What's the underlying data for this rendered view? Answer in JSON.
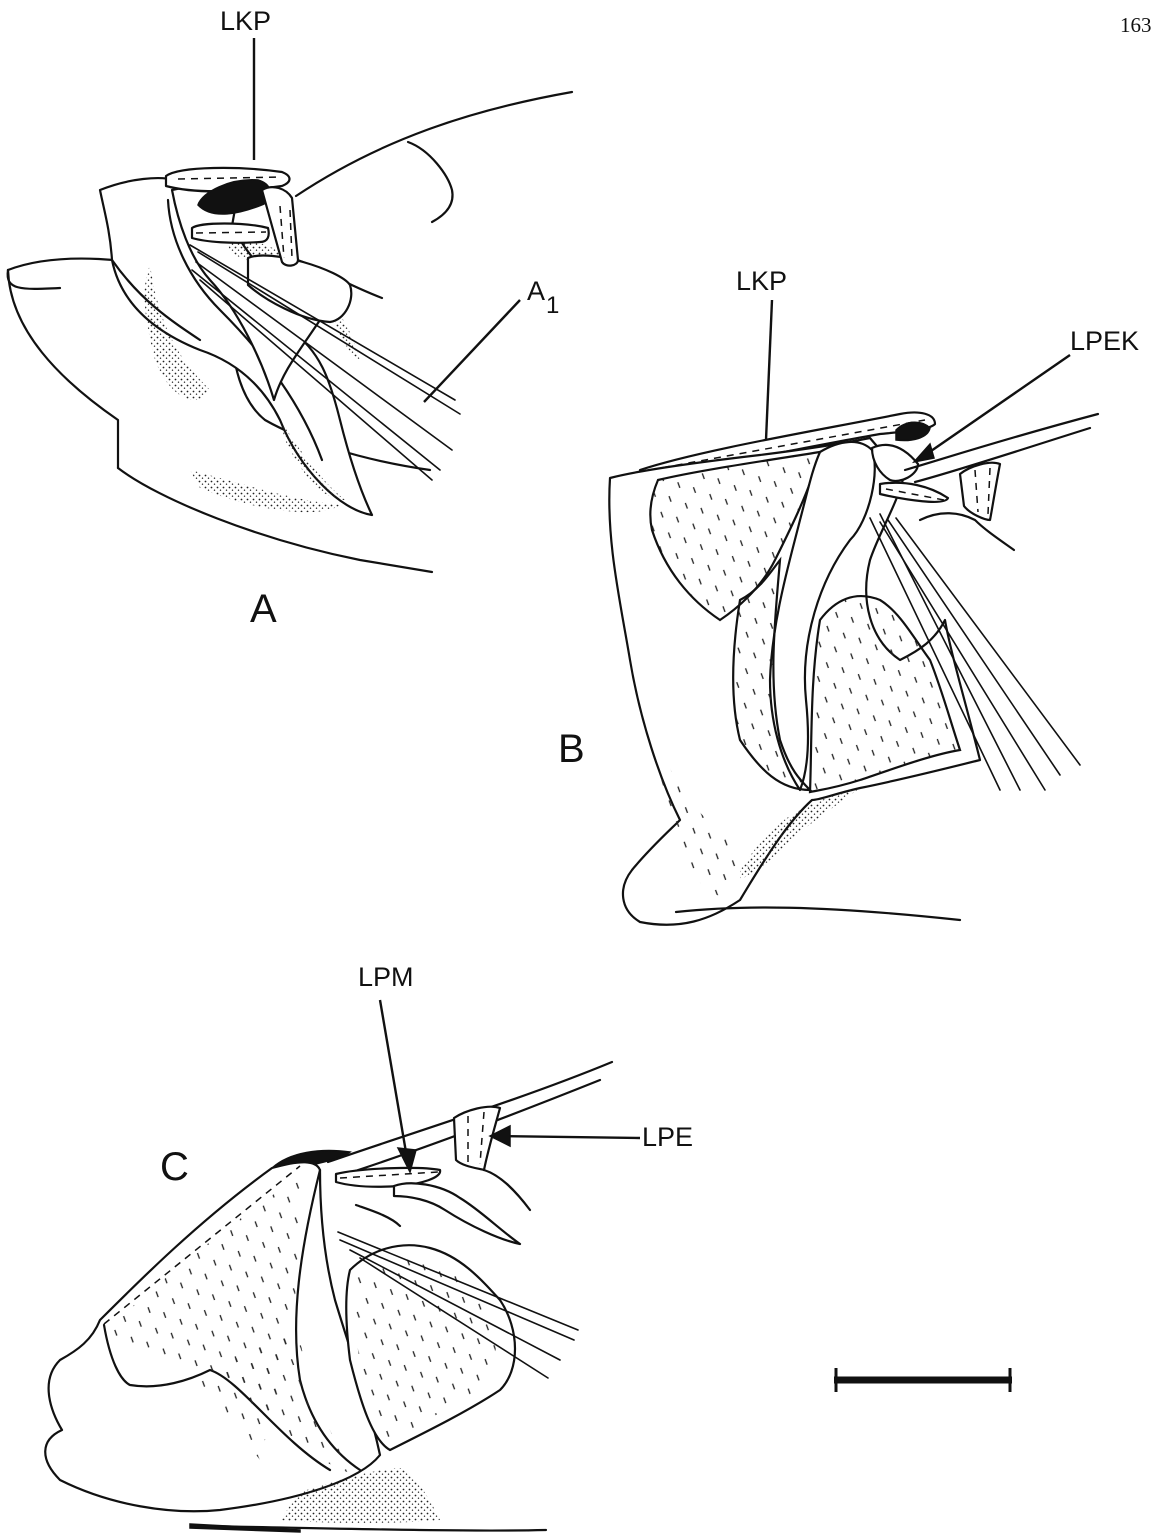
{
  "page_number": "163",
  "panels": [
    {
      "id": "A",
      "label": "A"
    },
    {
      "id": "B",
      "label": "B"
    },
    {
      "id": "C",
      "label": "C"
    }
  ],
  "callouts": {
    "a_lkp": "LKP",
    "a_a1_main": "A",
    "a_a1_sub": "1",
    "b_lkp": "LKP",
    "b_lpek": "LPEK",
    "c_lpm": "LPM",
    "c_lpe": "LPE"
  }
}
